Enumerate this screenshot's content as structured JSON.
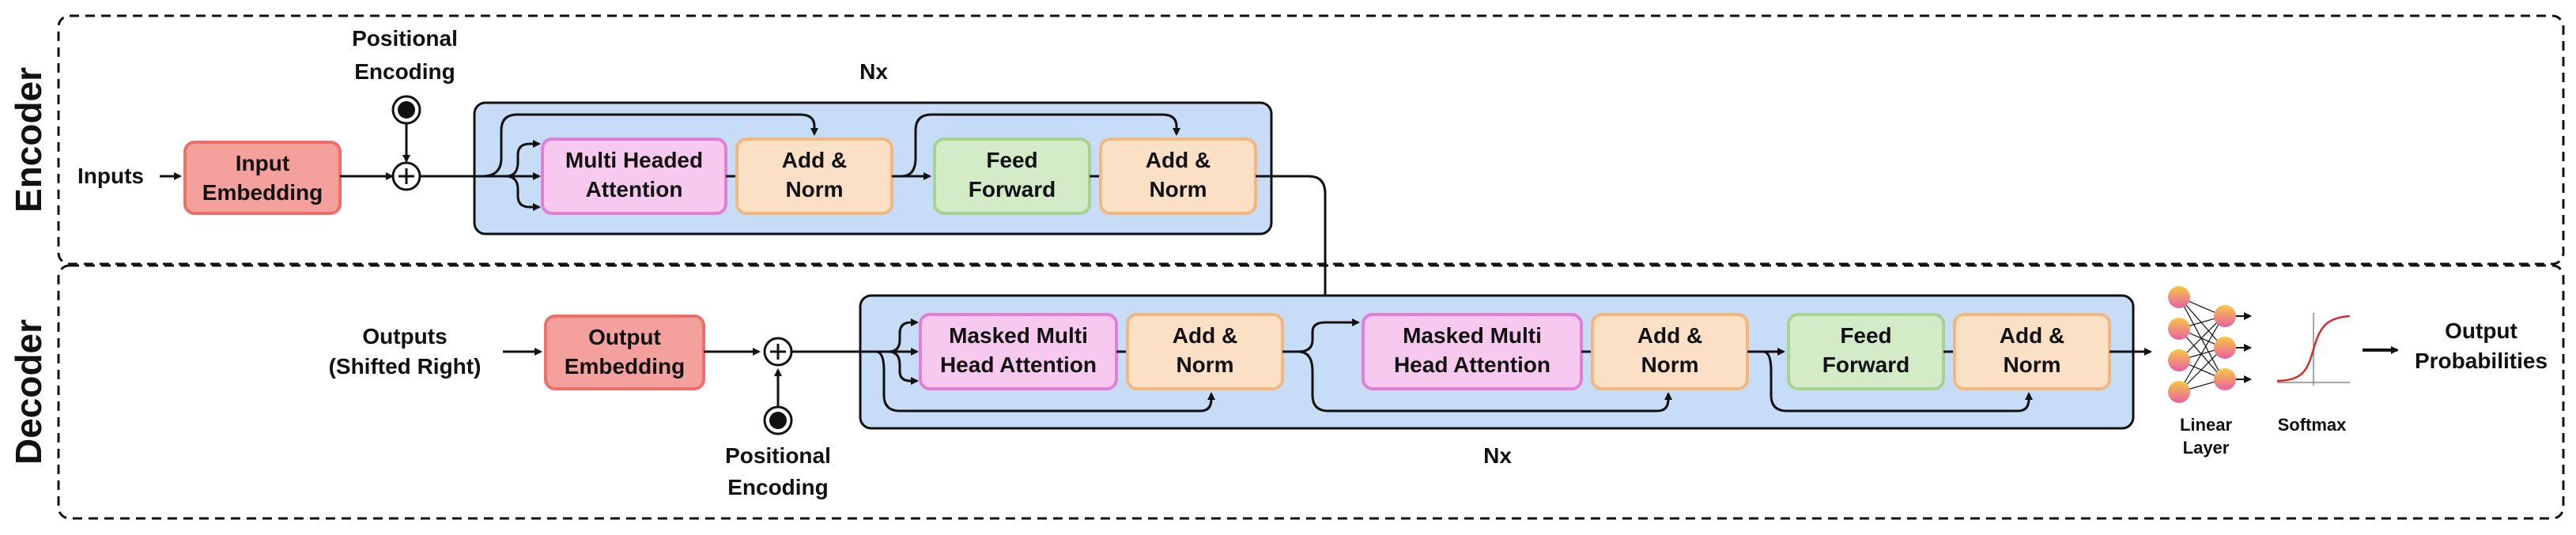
{
  "encoder": {
    "section_label": "Encoder",
    "inputs_label": "Inputs",
    "positional_encoding_label": [
      "Positional",
      "Encoding"
    ],
    "nx_label": "Nx",
    "input_embedding": [
      "Input",
      "Embedding"
    ],
    "multi_headed_attention": [
      "Multi Headed",
      "Attention"
    ],
    "add_norm_1": [
      "Add &",
      "Norm"
    ],
    "feed_forward": [
      "Feed",
      "Forward"
    ],
    "add_norm_2": [
      "Add &",
      "Norm"
    ]
  },
  "decoder": {
    "section_label": "Decoder",
    "outputs_label": [
      "Outputs",
      "(Shifted Right)"
    ],
    "output_embedding": [
      "Output",
      "Embedding"
    ],
    "positional_encoding_label": [
      "Positional",
      "Encoding"
    ],
    "nx_label": "Nx",
    "masked_attention_1": [
      "Masked Multi",
      "Head Attention"
    ],
    "add_norm_1": [
      "Add &",
      "Norm"
    ],
    "masked_attention_2": [
      "Masked Multi",
      "Head Attention"
    ],
    "add_norm_2": [
      "Add &",
      "Norm"
    ],
    "feed_forward": [
      "Feed",
      "Forward"
    ],
    "add_norm_3": [
      "Add &",
      "Norm"
    ],
    "linear_layer_label": [
      "Linear",
      "Layer"
    ],
    "softmax_label": "Softmax",
    "output_probabilities": [
      "Output",
      "Probabilities"
    ]
  },
  "colors": {
    "embedding_fill": "#f4a09c",
    "embedding_stroke": "#ec6f6a",
    "attention_fill": "#f8c9ee",
    "attention_stroke": "#e27fd4",
    "addnorm_fill": "#fce0c6",
    "addnorm_stroke": "#f2b77e",
    "feedforward_fill": "#d3ebc7",
    "feedforward_stroke": "#a6d392",
    "stack_fill": "#c7dcf7",
    "neuron_top": "#f7c843",
    "neuron_bottom": "#e85fa6",
    "softmax_curve": "#d62c2c"
  }
}
